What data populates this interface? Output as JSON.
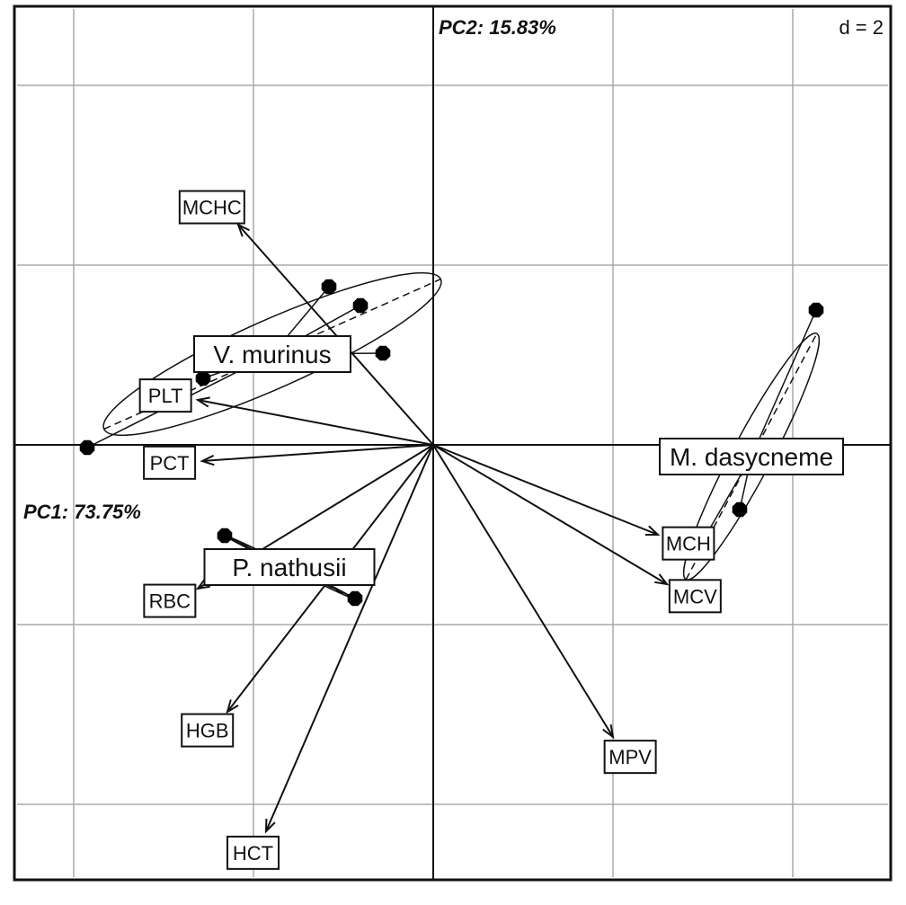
{
  "chart_data": {
    "type": "scatter",
    "subtype": "pca-biplot",
    "title": "",
    "xlabel": "PC1: 73.75%",
    "ylabel": "PC2: 15.83%",
    "grid_scale_label": "d = 2",
    "grid_step": 2,
    "xlim": [
      -4.66,
      5.09
    ],
    "ylim": [
      -4.84,
      4.88
    ],
    "grid": true,
    "variables": [
      {
        "name": "MCHC",
        "x": -2.17,
        "y": 2.45
      },
      {
        "name": "PLT",
        "x": -2.62,
        "y": 0.5
      },
      {
        "name": "PCT",
        "x": -2.57,
        "y": -0.18
      },
      {
        "name": "RBC",
        "x": -2.62,
        "y": -1.6
      },
      {
        "name": "HGB",
        "x": -2.29,
        "y": -2.97
      },
      {
        "name": "HCT",
        "x": -1.86,
        "y": -4.3
      },
      {
        "name": "MPV",
        "x": 2.0,
        "y": -3.25
      },
      {
        "name": "MCV",
        "x": 2.6,
        "y": -1.55
      },
      {
        "name": "MCH",
        "x": 2.5,
        "y": -1.0
      }
    ],
    "groups": [
      {
        "name": "V. murinus",
        "center": [
          -1.79,
          1.01
        ],
        "points": [
          [
            -1.16,
            1.76
          ],
          [
            -0.81,
            1.55
          ],
          [
            -0.56,
            1.02
          ],
          [
            -2.56,
            0.74
          ],
          [
            -3.85,
            -0.03
          ]
        ],
        "ellipse": {
          "rx": 2.05,
          "ry": 0.38,
          "angle_deg": 24
        }
      },
      {
        "name": "M. dasycneme",
        "center": [
          3.54,
          -0.13
        ],
        "points": [
          [
            4.26,
            1.5
          ],
          [
            3.41,
            -0.72
          ],
          [
            2.94,
            -1.17
          ]
        ],
        "ellipse": {
          "rx": 1.55,
          "ry": 0.22,
          "angle_deg": 62
        }
      },
      {
        "name": "P. nathusii",
        "center": [
          -1.6,
          -1.36
        ],
        "points": [
          [
            -2.32,
            -1.01
          ],
          [
            -0.87,
            -1.71
          ]
        ],
        "ellipse": {
          "rx": 0.85,
          "ry": 0.02,
          "angle_deg": -26
        }
      }
    ]
  }
}
